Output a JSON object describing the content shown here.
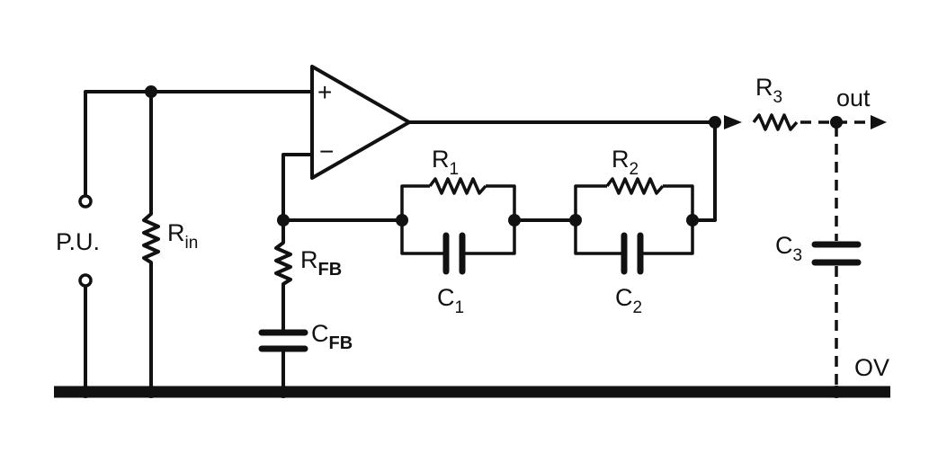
{
  "labels": {
    "pickup": "P.U.",
    "r_in": {
      "main": "R",
      "sub": "in"
    },
    "r_fb": {
      "main": "R",
      "sub": "FB"
    },
    "c_fb": {
      "main": "C",
      "sub": "FB"
    },
    "r1": {
      "main": "R",
      "sub": "1"
    },
    "r2": {
      "main": "R",
      "sub": "2"
    },
    "c1": {
      "main": "C",
      "sub": "1"
    },
    "c2": {
      "main": "C",
      "sub": "2"
    },
    "r3": {
      "main": "R",
      "sub": "3"
    },
    "c3": {
      "main": "C",
      "sub": "3"
    },
    "out": "out",
    "ground": "OV",
    "plus": "+",
    "minus": "−"
  }
}
